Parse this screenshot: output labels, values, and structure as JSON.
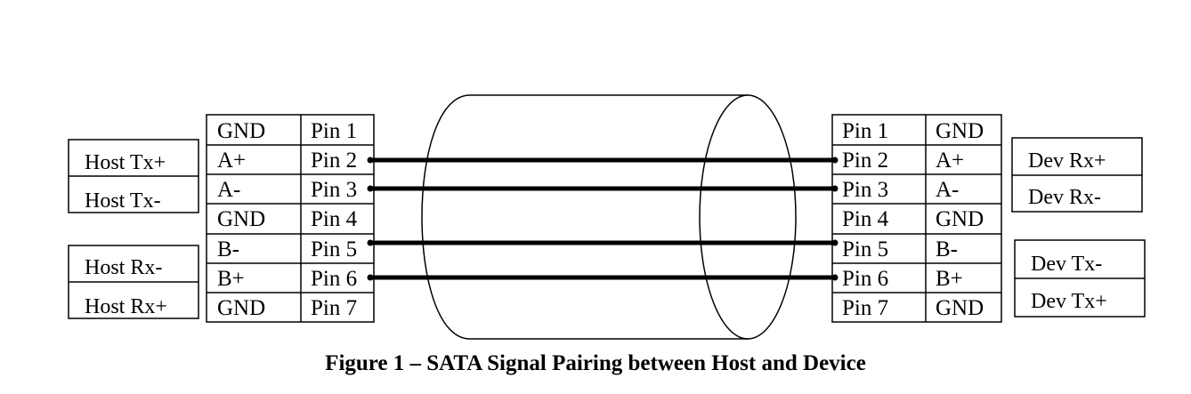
{
  "host_pins": [
    {
      "signal": "GND",
      "pin": "Pin 1"
    },
    {
      "signal": "A+",
      "pin": "Pin 2"
    },
    {
      "signal": "A-",
      "pin": "Pin 3"
    },
    {
      "signal": "GND",
      "pin": "Pin 4"
    },
    {
      "signal": "B-",
      "pin": "Pin 5"
    },
    {
      "signal": "B+",
      "pin": "Pin 6"
    },
    {
      "signal": "GND",
      "pin": "Pin 7"
    }
  ],
  "device_pins": [
    {
      "pin": "Pin 1",
      "signal": "GND"
    },
    {
      "pin": "Pin 2",
      "signal": "A+"
    },
    {
      "pin": "Pin 3",
      "signal": "A-"
    },
    {
      "pin": "Pin 4",
      "signal": "GND"
    },
    {
      "pin": "Pin 5",
      "signal": "B-"
    },
    {
      "pin": "Pin 6",
      "signal": "B+"
    },
    {
      "pin": "Pin 7",
      "signal": "GND"
    }
  ],
  "host_labels": [
    "Host Tx+",
    "Host Tx-",
    "Host Rx-",
    "Host Rx+"
  ],
  "device_labels": [
    "Dev Rx+",
    "Dev Rx-",
    "Dev Tx-",
    "Dev Tx+"
  ],
  "connections": [
    {
      "from": "Pin 2",
      "to": "Pin 2"
    },
    {
      "from": "Pin 3",
      "to": "Pin 3"
    },
    {
      "from": "Pin 5",
      "to": "Pin 5"
    },
    {
      "from": "Pin 6",
      "to": "Pin 6"
    }
  ],
  "caption": "Figure 1 – SATA Signal Pairing between Host and Device"
}
